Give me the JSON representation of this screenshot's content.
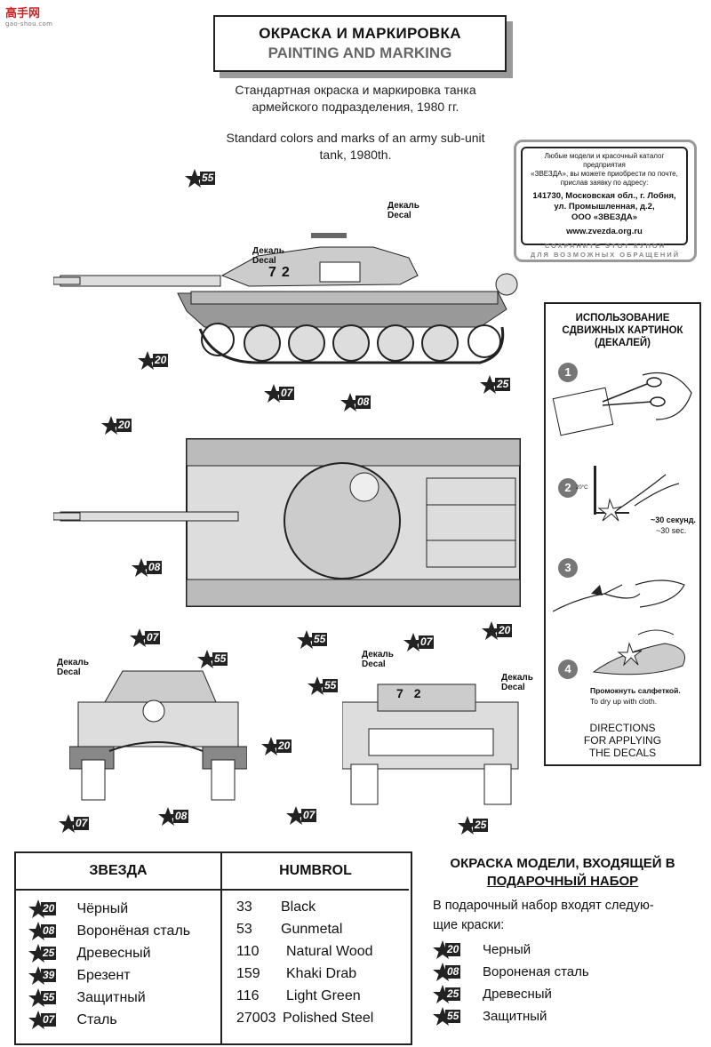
{
  "watermark": {
    "text": "高手网",
    "sub": "gao-shou.com"
  },
  "header": {
    "title_ru": "ОКРАСКА И МАРКИРОВКА",
    "title_en": "PAINTING AND MARKING"
  },
  "subtitle": {
    "ru_line1": "Стандартная окраска и маркировка танка",
    "ru_line2": "армейского подразделения, 1980 гг.",
    "en_line1": "Standard colors and marks of an army sub-unit",
    "en_line2": "tank, 1980th."
  },
  "coupon": {
    "line1": "Любые модели и красочный каталог предприятия",
    "line2": "«ЗВЕЗДА», вы можете приобрести по почте,",
    "line3": "прислав заявку по адресу:",
    "addr1": "141730, Московская обл., г. Лобня,",
    "addr2": "ул. Промышленная, д.2,",
    "addr3": "ООО «ЗВЕЗДА»",
    "url": "www.zvezda.org.ru",
    "foot1": "СОХРАНИТЕ ЭТОТ КУПОН",
    "foot2": "ДЛЯ ВОЗМОЖНЫХ ОБРАЩЕНИЙ"
  },
  "directions": {
    "title1": "ИСПОЛЬЗОВАНИЕ",
    "title2": "СДВИЖНЫХ КАРТИНОК",
    "title3": "(ДЕКАЛЕЙ)",
    "steps": [
      "1",
      "2",
      "3",
      "4"
    ],
    "temp": "20°C",
    "time_ru": "~30 секунд.",
    "time_en": "~30 sec.",
    "blot_ru": "Промокнуть салфеткой.",
    "blot_en": "To dry up with cloth.",
    "foot1": "DIRECTIONS",
    "foot2": "FOR APPLYING",
    "foot3": "THE DECALS"
  },
  "decal_label": {
    "ru": "Декаль",
    "en": "Decal"
  },
  "turret_numbers": [
    "7",
    "2"
  ],
  "callouts": {
    "side": [
      "55",
      "20",
      "07",
      "25"
    ],
    "top": [
      "20",
      "08",
      "08",
      "55",
      "20"
    ],
    "front": [
      "07",
      "55",
      "20",
      "07",
      "08"
    ],
    "rear": [
      "07",
      "55",
      "07",
      "25"
    ]
  },
  "table": {
    "header_left": "ЗВЕЗДА",
    "header_right": "HUMBROL",
    "rows": [
      {
        "code": "20",
        "name": "Чёрный",
        "num": "33",
        "humbrol": "Black"
      },
      {
        "code": "08",
        "name": "Воронёная сталь",
        "num": "53",
        "humbrol": "Gunmetal"
      },
      {
        "code": "25",
        "name": "Древесный",
        "num": "110",
        "humbrol": "Natural Wood"
      },
      {
        "code": "39",
        "name": "Брезент",
        "num": "159",
        "humbrol": "Khaki Drab"
      },
      {
        "code": "55",
        "name": "Защитный",
        "num": "116",
        "humbrol": "Light Green"
      },
      {
        "code": "07",
        "name": "Сталь",
        "num": "27003",
        "humbrol": "Polished Steel"
      }
    ]
  },
  "gift": {
    "title1": "ОКРАСКА МОДЕЛИ, ВХОДЯЩЕЙ В",
    "title2": "ПОДАРОЧНЫЙ НАБОР",
    "intro1": "В подарочный набор входят следую-",
    "intro2": "щие краски:",
    "items": [
      {
        "code": "20",
        "name": "Черный"
      },
      {
        "code": "08",
        "name": "Вороненая сталь"
      },
      {
        "code": "25",
        "name": "Древесный"
      },
      {
        "code": "55",
        "name": "Защитный"
      }
    ]
  }
}
